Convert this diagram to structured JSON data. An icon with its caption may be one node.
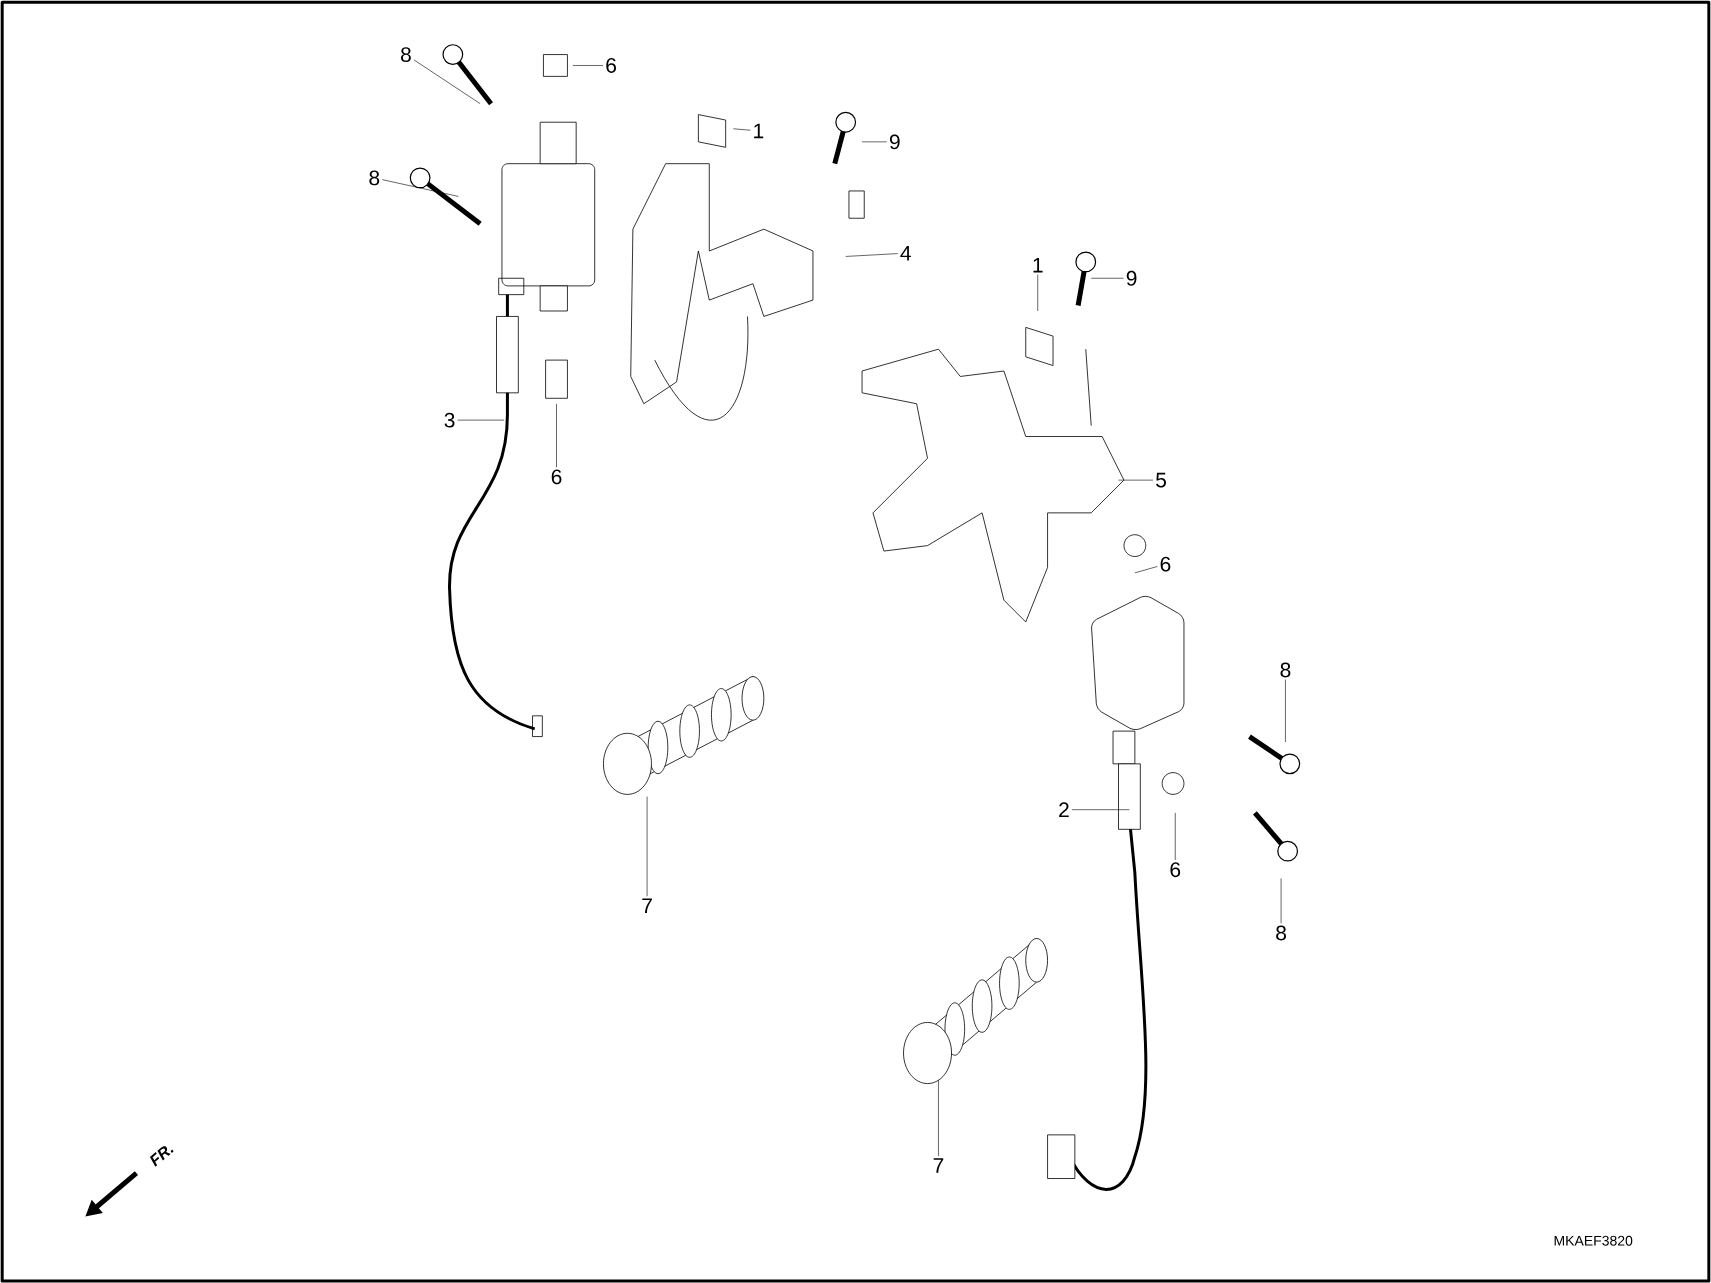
{
  "diagram": {
    "nodes": [
      {
        "text": [
          "8"
        ]
      },
      {
        "text": [
          "6"
        ]
      },
      {
        "text": [
          "1"
        ]
      },
      {
        "text": [
          "9"
        ]
      },
      {
        "text": [
          "8"
        ]
      },
      {
        "text": [
          "4"
        ]
      },
      {
        "text": [
          "3"
        ]
      },
      {
        "text": [
          "6"
        ]
      },
      {
        "text": [
          "1"
        ]
      },
      {
        "text": [
          "9"
        ]
      },
      {
        "text": [
          "5"
        ]
      },
      {
        "text": [
          "6"
        ]
      },
      {
        "text": [
          "8"
        ]
      },
      {
        "text": [
          "2"
        ]
      },
      {
        "text": [
          "6"
        ]
      },
      {
        "text": [
          "8"
        ]
      },
      {
        "text": [
          "7"
        ]
      },
      {
        "text": [
          "7"
        ]
      }
    ],
    "edges": [
      {
        "from": 0,
        "to": null,
        "arrow": "none"
      },
      {
        "from": 1,
        "to": null,
        "arrow": "none"
      },
      {
        "from": 2,
        "to": null,
        "arrow": "none"
      },
      {
        "from": 3,
        "to": null,
        "arrow": "none"
      },
      {
        "from": 4,
        "to": null,
        "arrow": "none"
      },
      {
        "from": 5,
        "to": null,
        "arrow": "none"
      },
      {
        "from": 6,
        "to": null,
        "arrow": "none"
      },
      {
        "from": 7,
        "to": null,
        "arrow": "none"
      },
      {
        "from": 8,
        "to": null,
        "arrow": "none"
      },
      {
        "from": 9,
        "to": null,
        "arrow": "none"
      },
      {
        "from": 10,
        "to": null,
        "arrow": "none"
      },
      {
        "from": 11,
        "to": null,
        "arrow": "none"
      },
      {
        "from": 12,
        "to": null,
        "arrow": "none"
      },
      {
        "from": 13,
        "to": null,
        "arrow": "none"
      },
      {
        "from": 14,
        "to": null,
        "arrow": "none"
      },
      {
        "from": 15,
        "to": null,
        "arrow": "none"
      },
      {
        "from": 16,
        "to": null,
        "arrow": "none"
      },
      {
        "from": 17,
        "to": null,
        "arrow": "none"
      }
    ],
    "labels": [
      "FR.",
      "MKAEF3820"
    ]
  }
}
